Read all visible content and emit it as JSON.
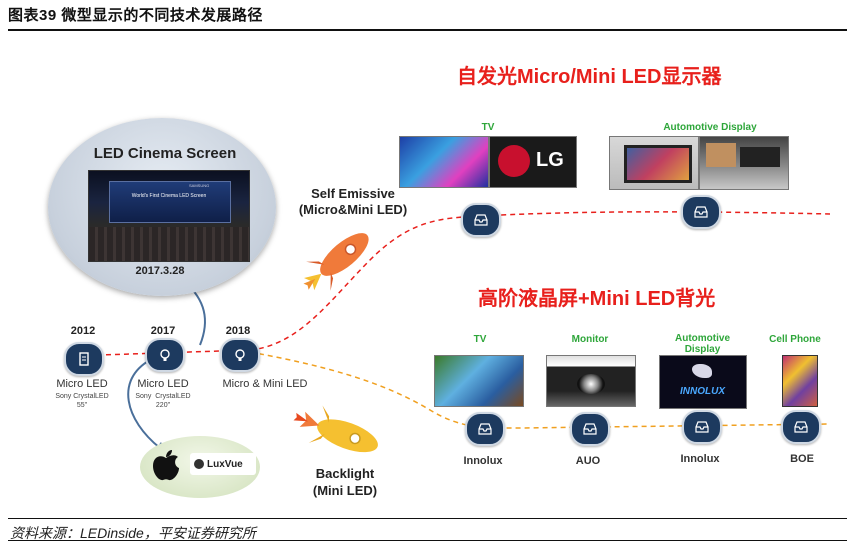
{
  "figure_title": "图表39   微型显示的不同技术发展路径",
  "source": "资料来源：LEDinside，平安证券研究所",
  "top_heading": "自发光Micro/Mini LED显示器",
  "mid_heading": "高阶液晶屏+Mini LED背光",
  "cinema": {
    "title": "LED Cinema Screen",
    "screen_text": "World's First Cinema LED Screen",
    "screen_brand": "SAMSUNG",
    "date": "2017.3.28"
  },
  "self_emissive_label": "Self Emissive\n(Micro&Mini LED)",
  "backlight_label": "Backlight\n(Mini LED)",
  "timeline": [
    {
      "year": "2012",
      "label": "Micro LED",
      "sub": "Sony CrystalLED\n55\"",
      "icon": "document-icon"
    },
    {
      "year": "2017",
      "label": "Micro LED",
      "sub": "Sony  CrystalLED\n220\"",
      "icon": "lightbulb-icon"
    },
    {
      "year": "2018",
      "label": "Micro & Mini LED",
      "sub": "",
      "icon": "lightbulb-icon"
    }
  ],
  "acquisition": {
    "apple_icon": "apple-logo-icon",
    "luxvue": "LuxVue"
  },
  "self_emissive_products": [
    {
      "category": "TV",
      "brand_text": "LG"
    },
    {
      "category": "Automotive Display"
    }
  ],
  "backlight_products": [
    {
      "category": "TV",
      "vendor": "Innolux"
    },
    {
      "category": "Monitor",
      "vendor": "AUO"
    },
    {
      "category": "Automotive\nDisplay",
      "vendor": "Innolux",
      "brand_text": "INNOLUX"
    },
    {
      "category": "Cell Phone",
      "vendor": "BOE"
    }
  ],
  "colors": {
    "heading_red": "#e8201c",
    "category_green": "#2ea63a",
    "node_navy": "#1d3a5f",
    "red_path": "#e8201c",
    "orange_path": "#f0a020",
    "rocket_orange": "#f07a3a",
    "rocket_yellow": "#f5c030"
  }
}
